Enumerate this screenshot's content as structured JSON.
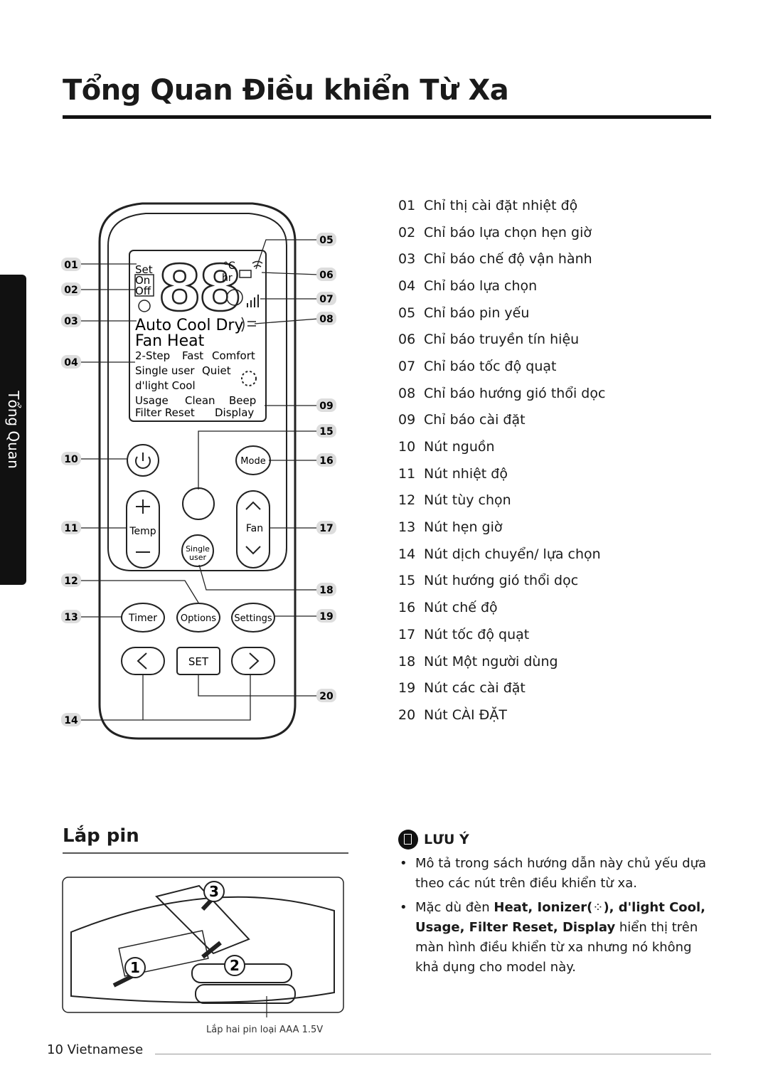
{
  "page": {
    "title": "Tổng Quan Điều khiển Từ Xa",
    "side_tab": "Tổng Quan",
    "footer_page": "10",
    "footer_lang": "Vietnamese"
  },
  "remote": {
    "display": {
      "segments": "88",
      "unit_c": "°C",
      "unit_hr": "hr",
      "set": "Set",
      "on": "On",
      "off": "Off",
      "modes_line1": "Auto Cool Dry",
      "modes_line2": "Fan  Heat",
      "opts_2step": "2-Step",
      "opts_fast": "Fast",
      "opts_comfort": "Comfort",
      "opts_single": "Single user",
      "opts_quiet": "Quiet",
      "opts_dlight": "d'light Cool",
      "set_usage": "Usage",
      "set_clean": "Clean",
      "set_beep": "Beep",
      "set_filter": "Filter Reset",
      "set_display": "Display"
    },
    "buttons": {
      "mode": "Mode",
      "temp": "Temp",
      "fan": "Fan",
      "single_line1": "Single",
      "single_line2": "user",
      "timer": "Timer",
      "options": "Options",
      "settings": "Settings",
      "set": "SET"
    },
    "callouts": [
      "01",
      "02",
      "03",
      "04",
      "05",
      "06",
      "07",
      "08",
      "09",
      "10",
      "11",
      "12",
      "13",
      "14",
      "15",
      "16",
      "17",
      "18",
      "19",
      "20"
    ]
  },
  "legend": [
    {
      "num": "01",
      "text": "Chỉ thị cài đặt nhiệt độ"
    },
    {
      "num": "02",
      "text": "Chỉ báo lựa chọn hẹn giờ"
    },
    {
      "num": "03",
      "text": "Chỉ báo chế độ vận hành"
    },
    {
      "num": "04",
      "text": "Chỉ báo lựa chọn"
    },
    {
      "num": "05",
      "text": "Chỉ báo pin yếu"
    },
    {
      "num": "06",
      "text": "Chỉ báo truyền tín hiệu"
    },
    {
      "num": "07",
      "text": "Chỉ báo tốc độ quạt"
    },
    {
      "num": "08",
      "text": "Chỉ báo hướng gió thổi dọc"
    },
    {
      "num": "09",
      "text": "Chỉ báo cài đặt"
    },
    {
      "num": "10",
      "text": "Nút nguồn"
    },
    {
      "num": "11",
      "text": "Nút nhiệt độ"
    },
    {
      "num": "12",
      "text": "Nút tùy chọn"
    },
    {
      "num": "13",
      "text": "Nút hẹn giờ"
    },
    {
      "num": "14",
      "text": "Nút dịch chuyển/ lựa chọn"
    },
    {
      "num": "15",
      "text": "Nút hướng gió thổi dọc"
    },
    {
      "num": "16",
      "text": "Nút chế độ"
    },
    {
      "num": "17",
      "text": "Nút tốc độ quạt"
    },
    {
      "num": "18",
      "text": "Nút Một người dùng"
    },
    {
      "num": "19",
      "text": "Nút các cài đặt"
    },
    {
      "num": "20",
      "text": "Nút CÀI ĐẶT"
    }
  ],
  "battery": {
    "section_title": "Lắp pin",
    "step1": "1",
    "step2": "2",
    "step3": "3",
    "caption": "Lắp hai pin loại AAA 1.5V"
  },
  "note": {
    "label": "LƯU Ý",
    "item1": "Mô tả trong sách hướng dẫn này chủ yếu dựa theo các nút trên điều khiển từ xa.",
    "item2_prefix": "Mặc dù đèn ",
    "item2_bold1": "Heat, Ionizer(",
    "item2_bold2": "), d'light Cool, Usage, Filter Reset, Display",
    "item2_suffix": " hiển thị trên màn hình điều khiển từ xa nhưng nó không khả dụng cho  model này."
  }
}
